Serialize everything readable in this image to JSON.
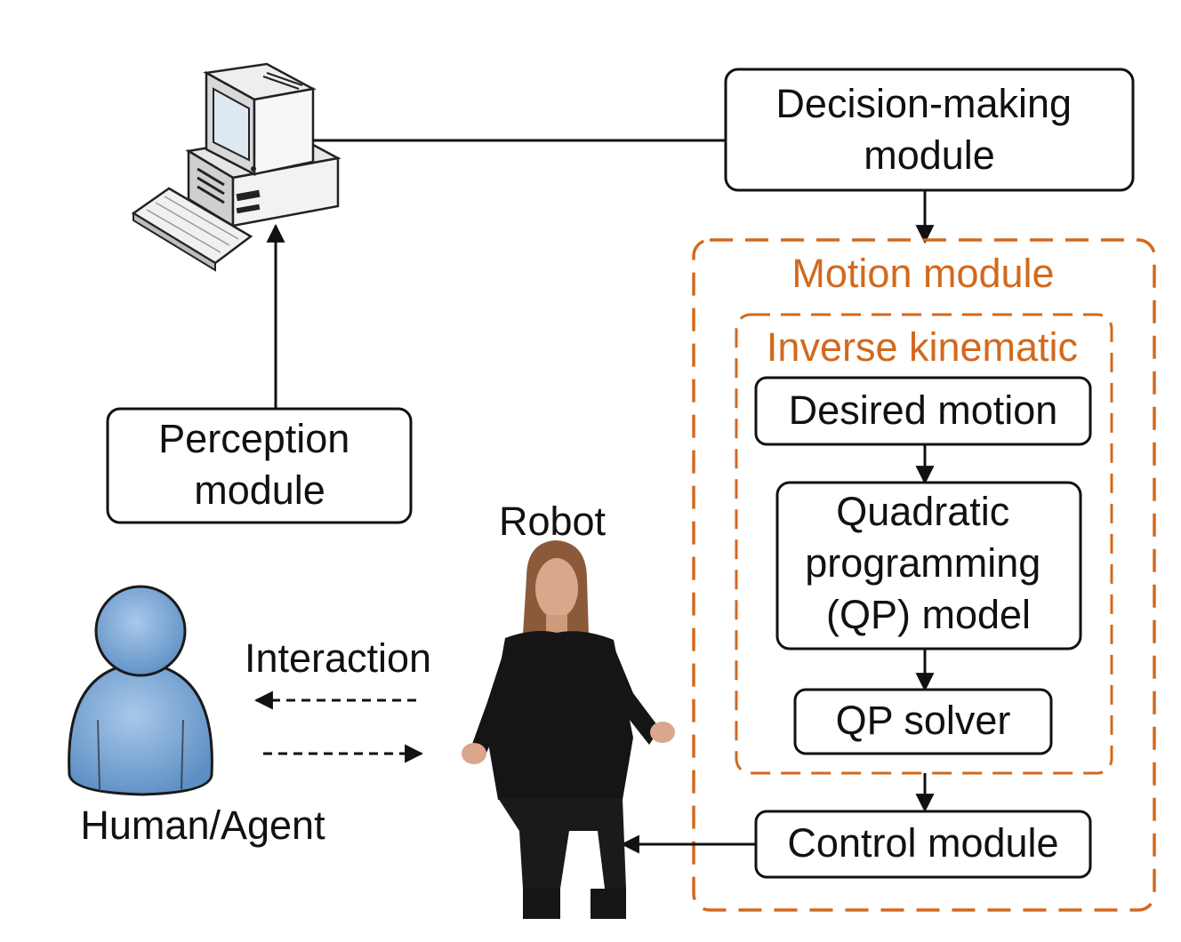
{
  "colors": {
    "accent": "#d2691e",
    "line": "#111111",
    "person_fill": "#6f9fd0",
    "person_stroke": "#1a1a1a",
    "robot_clothes": "#151515",
    "robot_skin": "#d9a88a",
    "robot_hair": "#8a5a3a"
  },
  "icons": {
    "computer": "desktop-computer-icon",
    "person": "person-icon",
    "robot": "humanoid-robot-photo"
  },
  "nodes": {
    "decision": {
      "lines": [
        "Decision-making",
        "module"
      ]
    },
    "perception": {
      "lines": [
        "Perception",
        "module"
      ]
    },
    "motion_title": "Motion module",
    "ik_title": "Inverse kinematic",
    "desired": {
      "lines": [
        "Desired motion"
      ]
    },
    "qp_model": {
      "lines": [
        "Quadratic",
        "programming",
        "(QP) model"
      ]
    },
    "qp_solver": {
      "lines": [
        "QP solver"
      ]
    },
    "control": {
      "lines": [
        "Control module"
      ]
    }
  },
  "labels": {
    "robot": "Robot",
    "human": "Human/Agent",
    "interaction": "Interaction"
  }
}
